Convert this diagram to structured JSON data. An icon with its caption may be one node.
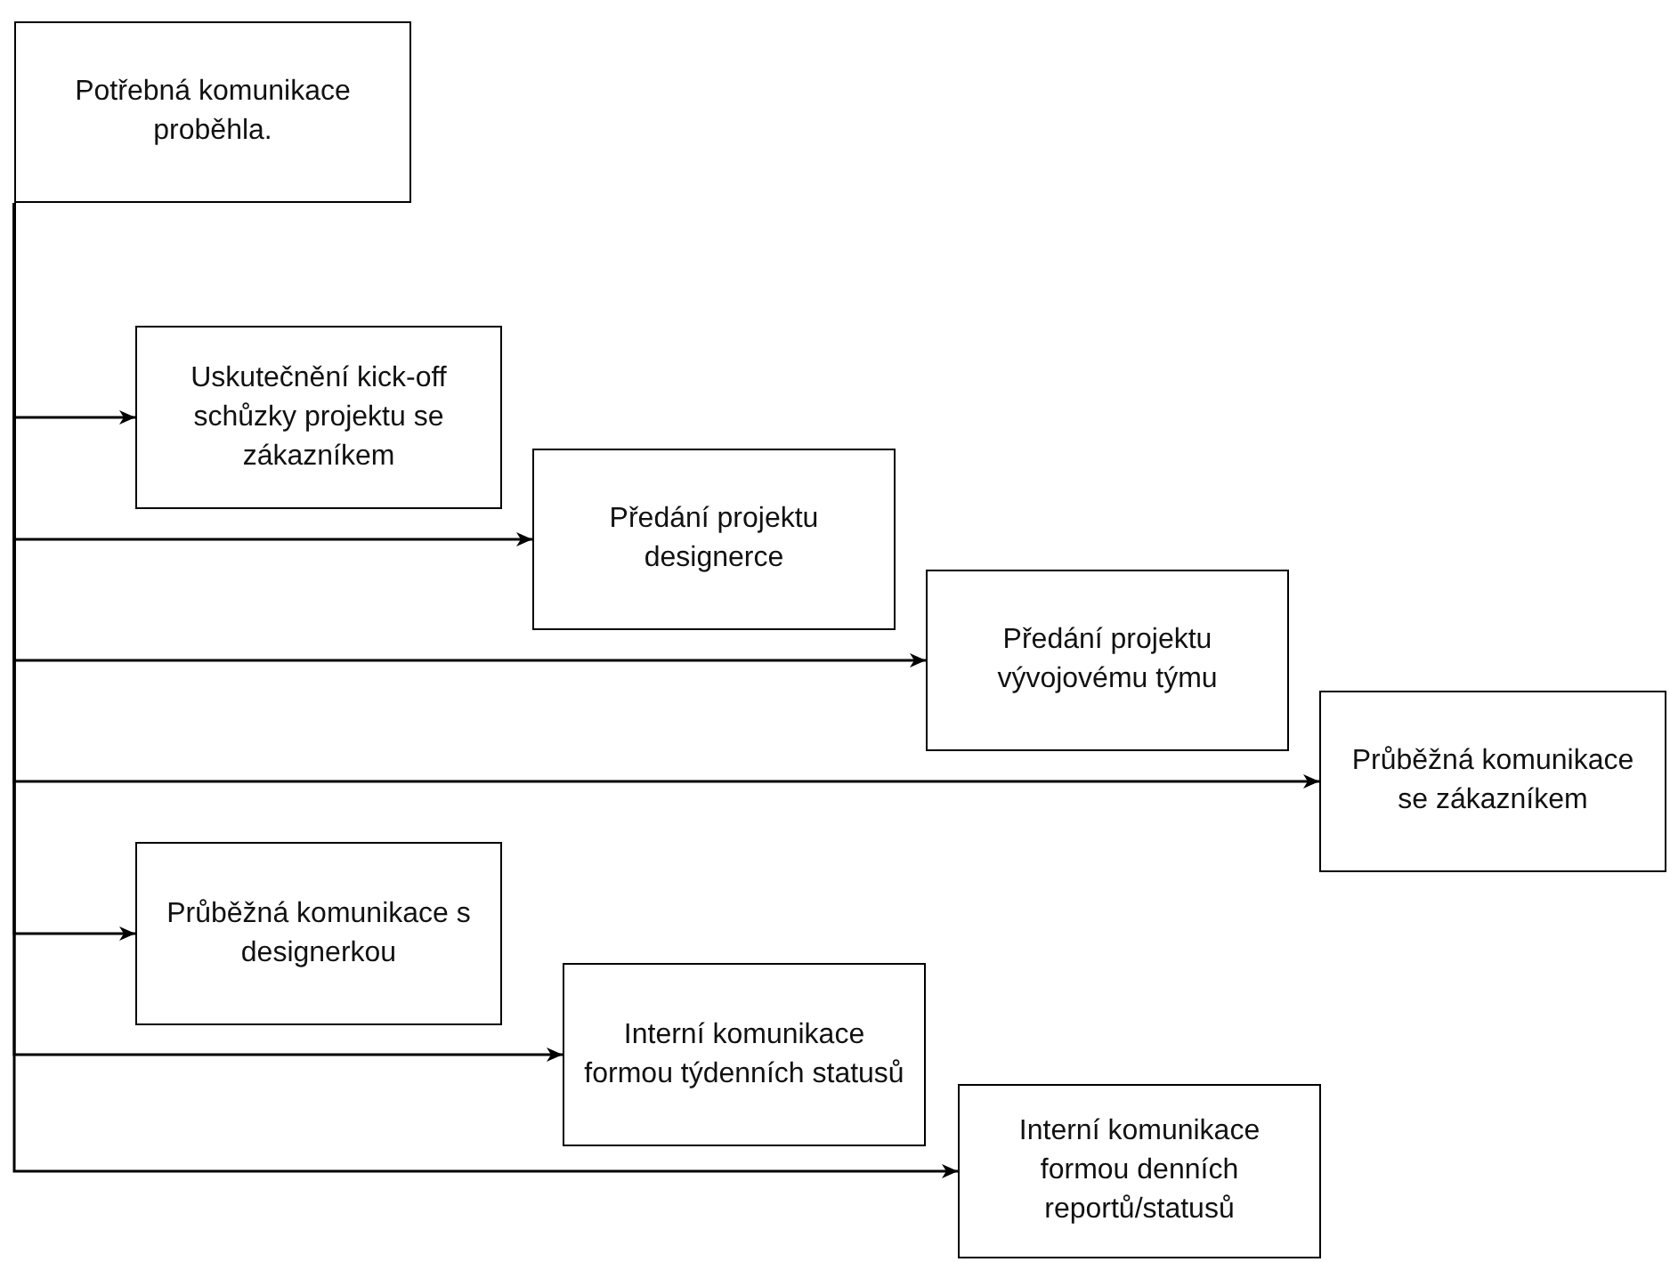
{
  "diagram": {
    "nodes": [
      {
        "text": [
          "Potřebná komunikace proběhla."
        ]
      },
      {
        "text": [
          "Uskutečnění kick-off schůzky projektu se zákazníkem"
        ]
      },
      {
        "text": [
          "Předání projektu designerce"
        ]
      },
      {
        "text": [
          "Předání projektu vývojovému týmu"
        ]
      },
      {
        "text": [
          "Průběžná komunikace se zákazníkem"
        ]
      },
      {
        "text": [
          "Průběžná komunikace s designerkou"
        ]
      },
      {
        "text": [
          "Interní komunikace formou týdenních statusů"
        ]
      },
      {
        "text": [
          "Interní komunikace formou denních reportů/statusů"
        ]
      }
    ],
    "edges": [
      {
        "from": 0,
        "to": 1,
        "arrow": "to"
      },
      {
        "from": 0,
        "to": 2,
        "arrow": "to"
      },
      {
        "from": 0,
        "to": 3,
        "arrow": "to"
      },
      {
        "from": 0,
        "to": 4,
        "arrow": "to"
      },
      {
        "from": 0,
        "to": 5,
        "arrow": "to"
      },
      {
        "from": 0,
        "to": 6,
        "arrow": "to"
      },
      {
        "from": 0,
        "to": 7,
        "arrow": "to"
      }
    ]
  }
}
